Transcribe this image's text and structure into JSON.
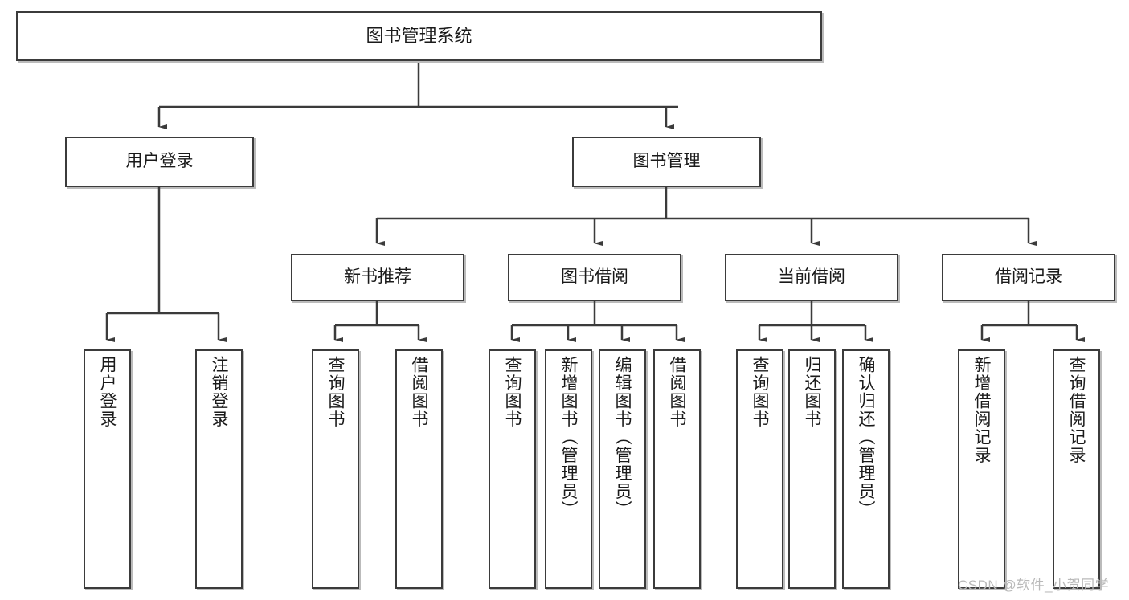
{
  "diagram": {
    "type": "hierarchy-tree",
    "title": "图书管理系统",
    "theme": {
      "box_border": "#3b3b3b",
      "box_fill": "#ffffff",
      "connector": "#3b3b3b",
      "text": "#1a1a1a",
      "watermark": "#b9b9b9",
      "background": "#ffffff"
    },
    "nodes": {
      "root": {
        "label": "图书管理系统"
      },
      "level2": [
        {
          "id": "user-login",
          "label": "用户登录"
        },
        {
          "id": "book-manage",
          "label": "图书管理"
        }
      ],
      "level3": [
        {
          "id": "new-book-recommend",
          "label": "新书推荐"
        },
        {
          "id": "book-borrow",
          "label": "图书借阅"
        },
        {
          "id": "current-borrow",
          "label": "当前借阅"
        },
        {
          "id": "borrow-record",
          "label": "借阅记录"
        }
      ],
      "leaves": {
        "user-login": [
          {
            "id": "leaf-user-login",
            "label": "用户登录"
          },
          {
            "id": "leaf-logout",
            "label": "注销登录"
          }
        ],
        "new-book-recommend": [
          {
            "id": "leaf-query-book-1",
            "label": "查询图书"
          },
          {
            "id": "leaf-borrow-book-1",
            "label": "借阅图书"
          }
        ],
        "book-borrow": [
          {
            "id": "leaf-query-book-2",
            "label": "查询图书"
          },
          {
            "id": "leaf-add-book",
            "label": "新增图书（管理员）"
          },
          {
            "id": "leaf-edit-book",
            "label": "编辑图书（管理员）"
          },
          {
            "id": "leaf-borrow-book-2",
            "label": "借阅图书"
          }
        ],
        "current-borrow": [
          {
            "id": "leaf-query-book-3",
            "label": "查询图书"
          },
          {
            "id": "leaf-return-book",
            "label": "归还图书"
          },
          {
            "id": "leaf-confirm-return",
            "label": "确认归还（管理员）"
          }
        ],
        "borrow-record": [
          {
            "id": "leaf-add-record",
            "label": "新增借阅记录"
          },
          {
            "id": "leaf-query-record",
            "label": "查询借阅记录"
          }
        ]
      }
    },
    "watermark": "CSDN @软件_小贺同学"
  }
}
